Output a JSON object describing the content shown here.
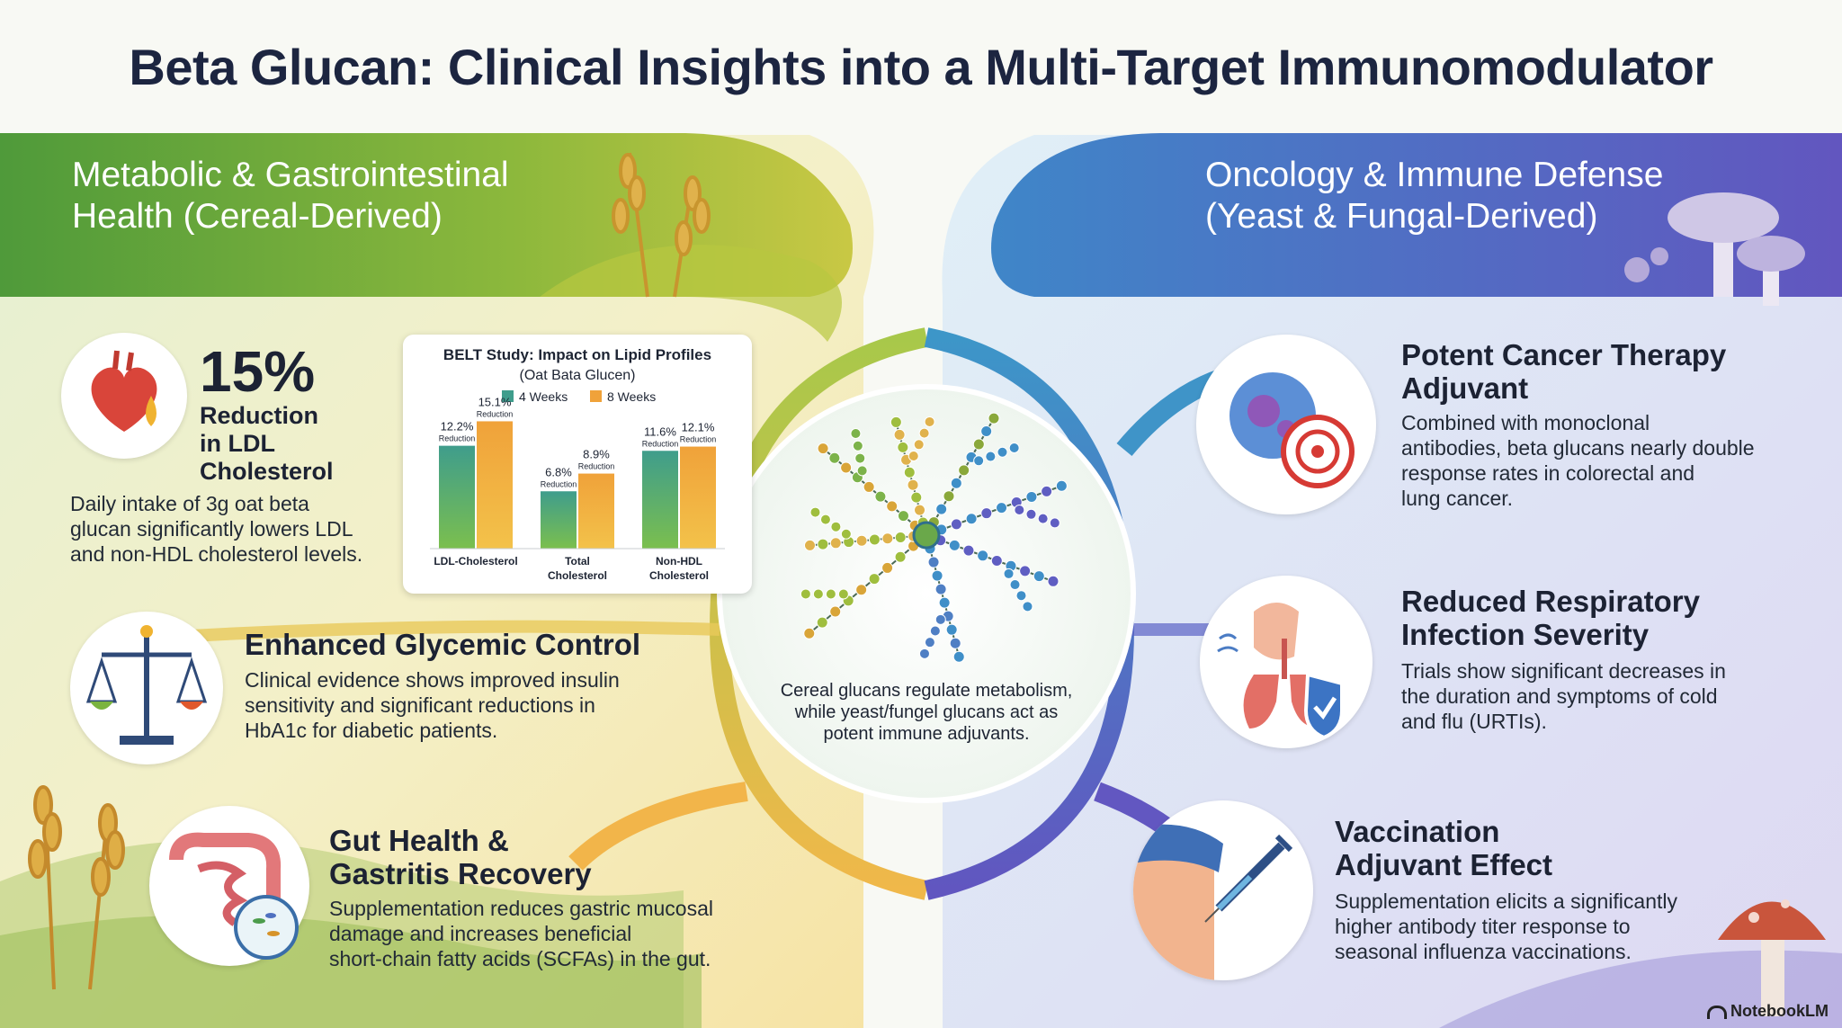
{
  "title": "Beta Glucan: Clinical Insights into a Multi-Target Immunomodulator",
  "left_section": {
    "title_line1": "Metabolic & Gastrointestinal",
    "title_line2": "Health (Cereal-Derived)",
    "color": "#5aa33c"
  },
  "right_section": {
    "title_line1": "Oncology & Immune Defense",
    "title_line2": "(Yeast & Fungal-Derived)",
    "color": "#5a63c6"
  },
  "ldl": {
    "stat": "15%",
    "label_line1": "Reduction",
    "label_line2": "in LDL",
    "label_line3": "Cholesterol",
    "text_line1": "Daily intake of 3g oat beta",
    "text_line2": "glucan significantly lowers LDL",
    "text_line3": "and non-HDL cholesterol levels.",
    "icon": "heart-droplet-icon"
  },
  "glycemic": {
    "heading": "Enhanced Glycemic Control",
    "text_line1": "Clinical evidence shows improved insulin",
    "text_line2": "sensitivity and significant reductions in",
    "text_line3": "HbA1c for diabetic patients.",
    "icon": "balance-scale-icon"
  },
  "gut": {
    "heading_line1": "Gut Health &",
    "heading_line2": "Gastritis Recovery",
    "text_line1": "Supplementation reduces gastric mucosal",
    "text_line2": "damage and increases beneficial",
    "text_line3": "short-chain fatty acids (SCFAs) in the gut.",
    "icon": "intestine-icon"
  },
  "cancer": {
    "heading_line1": "Potent Cancer Therapy",
    "heading_line2": "Adjuvant",
    "text_line1": "Combined with monoclonal",
    "text_line2": "antibodies, beta glucans nearly double",
    "text_line3": "response rates in colorectal and",
    "text_line4": "lung cancer.",
    "icon": "cancer-cell-target-icon"
  },
  "respiratory": {
    "heading_line1": "Reduced Respiratory",
    "heading_line2": "Infection Severity",
    "text_line1": "Trials show significant decreases in",
    "text_line2": "the duration and symptoms of cold",
    "text_line3": "and flu (URTIs).",
    "icon": "lungs-shield-icon"
  },
  "vaccine": {
    "heading_line1": "Vaccination",
    "heading_line2": "Adjuvant Effect",
    "text_line1": "Supplementation elicits a significantly",
    "text_line2": "higher antibody titer response to",
    "text_line3": "seasonal influenza vaccinations.",
    "icon": "syringe-arm-icon"
  },
  "center": {
    "caption_line1": "Cereal glucans regulate metabolism,",
    "caption_line2": "while yeast/fungel glucans act as",
    "caption_line3": "potent immune adjuvants.",
    "icon": "beta-glucan-molecule-icon"
  },
  "brand": "NotebookLM",
  "chart_data": {
    "type": "bar",
    "title": "BELT Study: Impact on Lipid Profiles",
    "subtitle": "(Oat Bata Glucen)",
    "categories": [
      {
        "line1": "LDL-Cholesterol",
        "line2": ""
      },
      {
        "line1": "Total",
        "line2": "Cholesterol"
      },
      {
        "line1": "Non-HDL",
        "line2": "Cholesterol"
      }
    ],
    "series": [
      {
        "name": "4 Weeks",
        "values": [
          12.2,
          6.8,
          11.6
        ],
        "labels": [
          "12.2%",
          "6.8%",
          "11.6%"
        ],
        "color_top": "#3f9d8c",
        "color_bottom": "#7bbf4e"
      },
      {
        "name": "8 Weeks",
        "values": [
          15.1,
          8.9,
          12.1
        ],
        "labels": [
          "15.1%",
          "8.9%",
          "12.1%"
        ],
        "color_top": "#f0a23a",
        "color_bottom": "#f3c24a"
      }
    ],
    "bar_sublabel": "Reduction",
    "legend_position": "top",
    "ylim": [
      0,
      16
    ],
    "grid": false
  }
}
